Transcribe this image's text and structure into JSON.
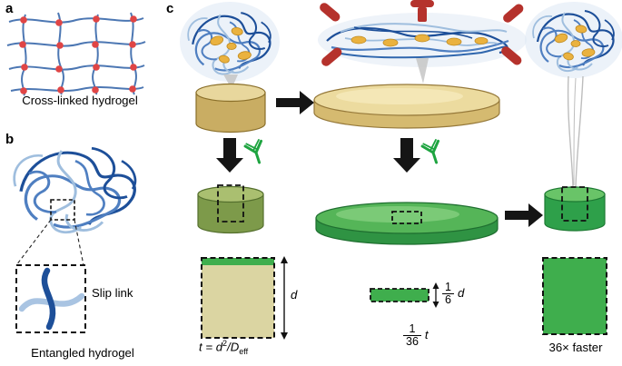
{
  "panel_labels": {
    "a": "a",
    "b": "b",
    "c": "c"
  },
  "captions": {
    "crosslinked": "Cross-linked hydrogel",
    "entangled": "Entangled hydrogel",
    "slip_link": "Slip link"
  },
  "annotations": {
    "thickness_d": "d",
    "time_formula": {
      "lhs": "t = d",
      "exp": "2",
      "denom": "/D",
      "sub": "eff"
    },
    "sixth": {
      "num": "1",
      "den": "6",
      "var": "d"
    },
    "thirtysixth": {
      "num": "1",
      "den": "36",
      "var": "t"
    },
    "faster": "36× faster"
  },
  "colors": {
    "crosslink_dot": "#e04545",
    "polymer_dark": "#1d4f99",
    "polymer_mid": "#4f7fc1",
    "polymer_light": "#9fbede",
    "cargo_yellow": "#eab23f",
    "gel_tan_body": "#c9ad63",
    "gel_tan_top": "#e8d79d",
    "gel_green": "#3fae4d",
    "antibody_green": "#1ea440",
    "press_red": "#b5322c"
  }
}
